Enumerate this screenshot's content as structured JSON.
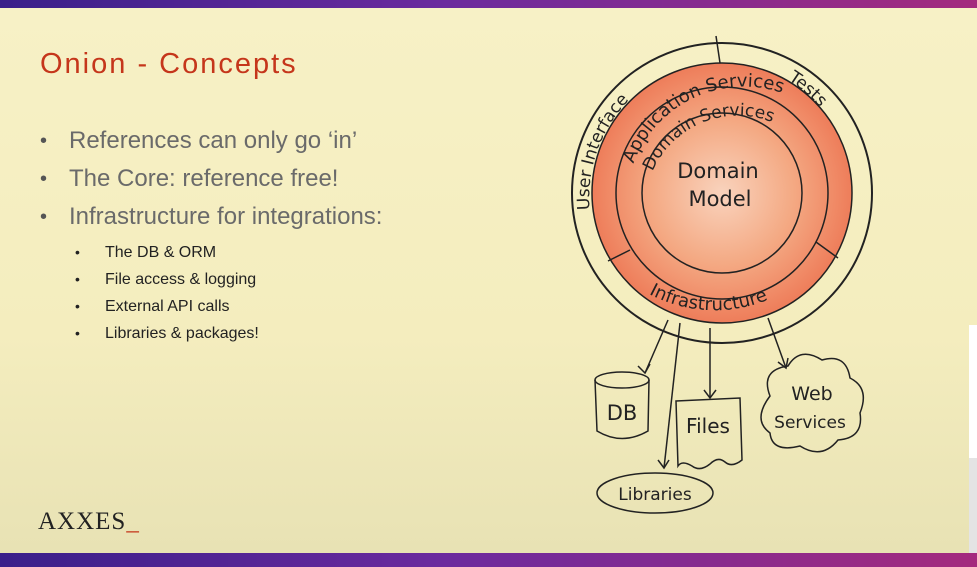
{
  "slide": {
    "title": "Onion - Concepts",
    "bullets": [
      "References can only go ‘in’",
      "The Core: reference free!",
      "Infrastructure for integrations:"
    ],
    "sub_bullets": [
      "The DB & ORM",
      "File access & logging",
      "External API calls",
      "Libraries & packages!"
    ],
    "logo": {
      "text": "AXXES",
      "suffix": "_"
    }
  },
  "diagram": {
    "layers": {
      "core": [
        "Domain",
        "Model"
      ],
      "domain_services": "Domain Services",
      "application_services": "Application Services",
      "user_interface": "User Interface",
      "tests": "Tests",
      "infrastructure": "Infrastructure"
    },
    "dependencies": {
      "db": "DB",
      "files": "Files",
      "web_services": [
        "Web",
        "Services"
      ],
      "libraries": "Libraries"
    },
    "colors": {
      "core": "#f7c7ae",
      "ring_inner": "#f3a984",
      "ring_outer": "#ef8a66",
      "accent": "#c5361b"
    }
  }
}
